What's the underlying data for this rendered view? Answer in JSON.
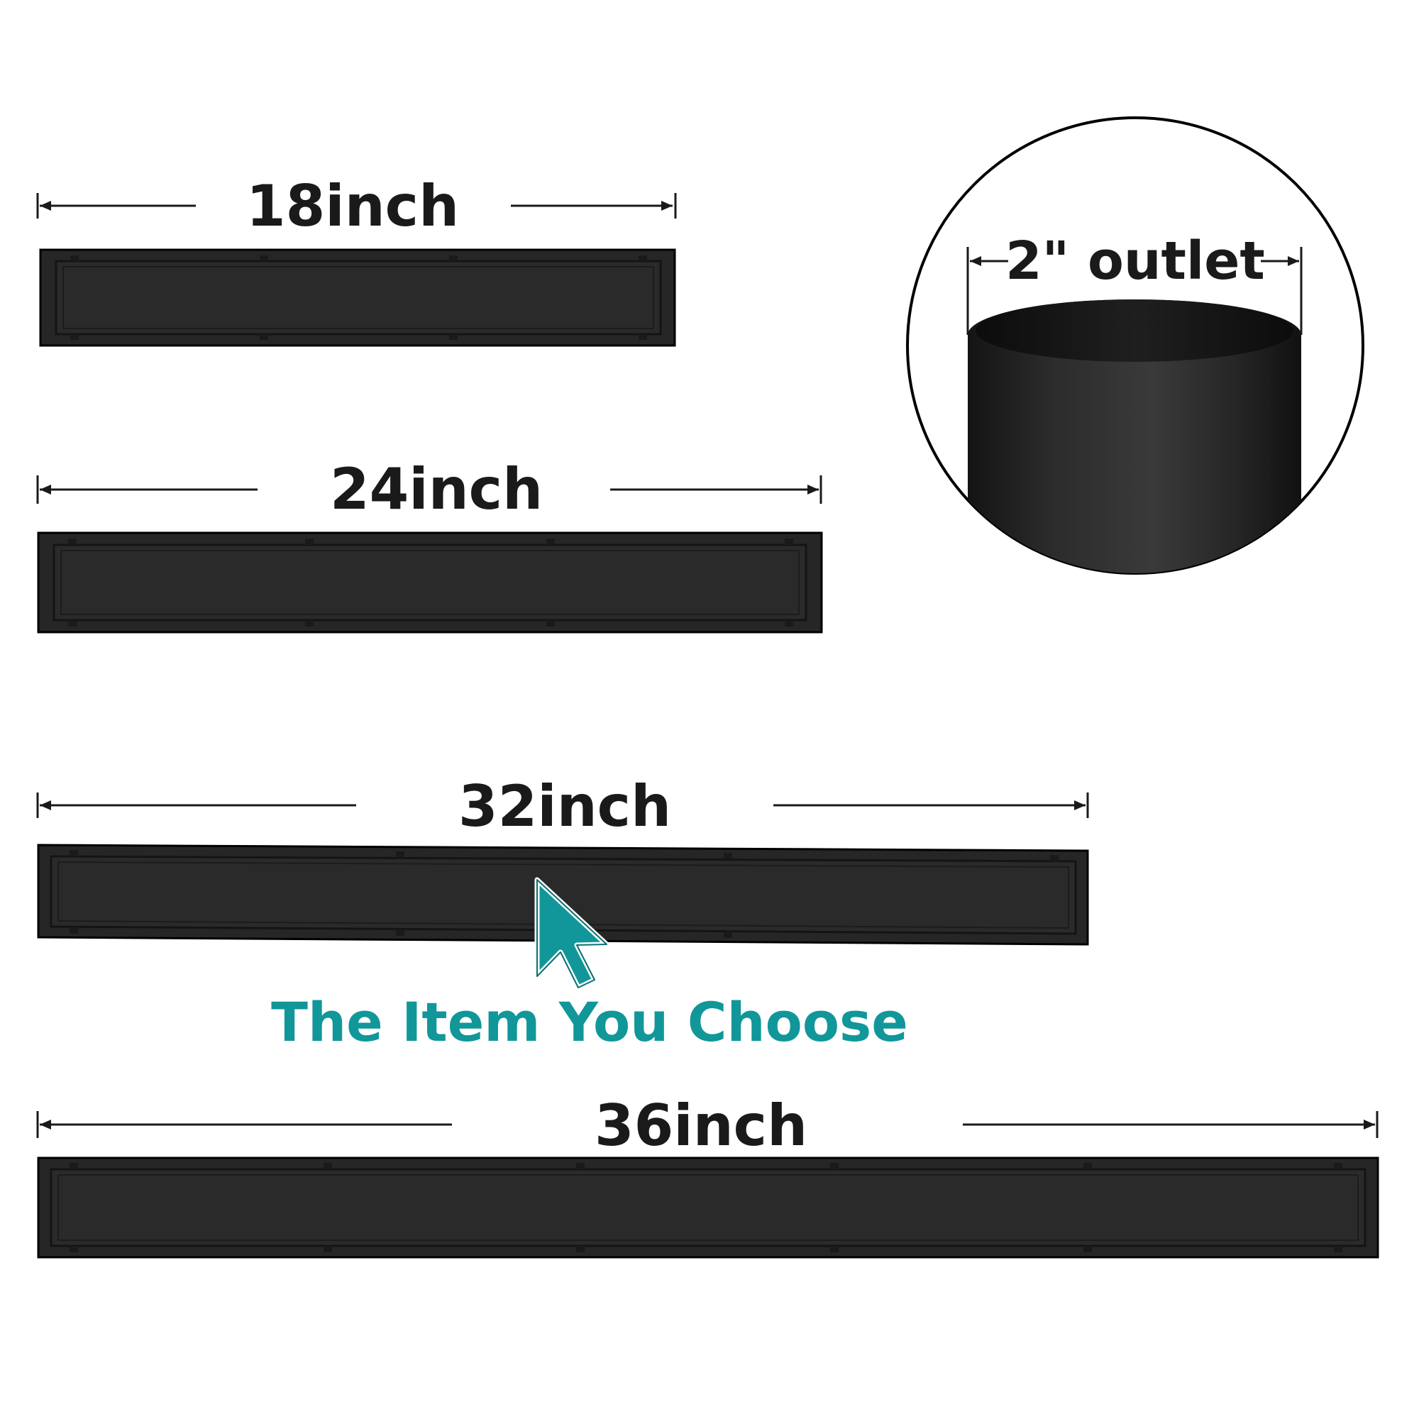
{
  "drains": [
    {
      "size_label": "18inch"
    },
    {
      "size_label": "24inch"
    },
    {
      "size_label": "32inch",
      "selected": true
    },
    {
      "size_label": "36inch"
    }
  ],
  "outlet": {
    "label": "2\" outlet"
  },
  "selection": {
    "label": "The Item You Choose",
    "pointer_icon": "cursor-arrow-icon"
  },
  "colors": {
    "accent": "#11979a",
    "drain_body": "#262626",
    "text": "#1a1a1a",
    "background": "#ffffff"
  }
}
